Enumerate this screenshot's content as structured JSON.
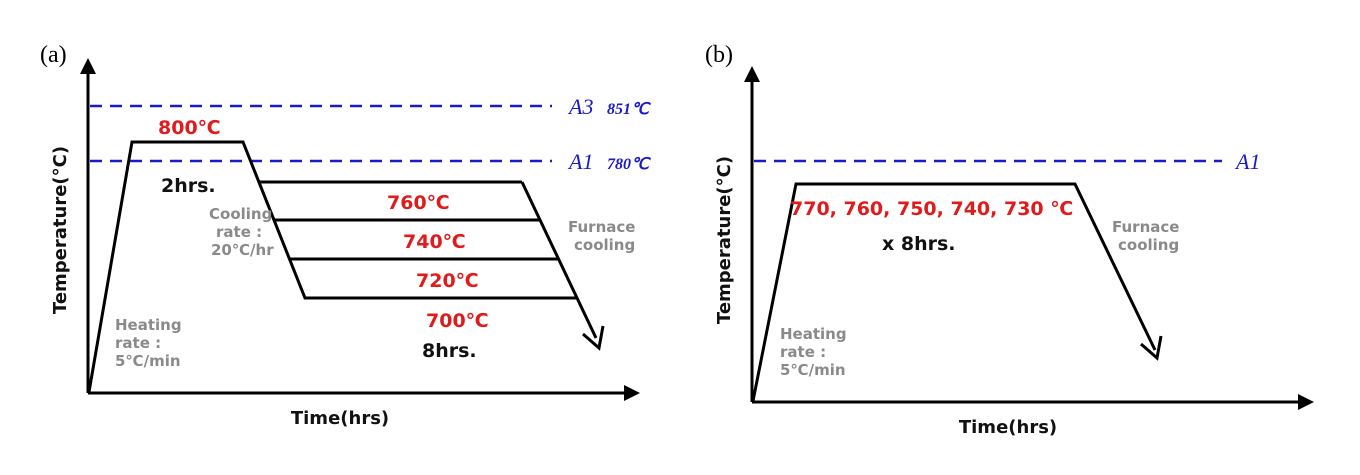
{
  "panel_a": {
    "label": "(a)",
    "y_axis_title": "Temperature(°C)",
    "x_axis_title": "Time(hrs)",
    "a3_label": "A3",
    "a3_temp": "851℃",
    "a1_label": "A1",
    "a1_temp": "780℃",
    "peak_temp": "800℃",
    "hold_time": "2hrs.",
    "cooling_rate": [
      "Cooling",
      "rate :",
      "20℃/hr"
    ],
    "step_temps": [
      "760℃",
      "740℃",
      "720℃",
      "700℃"
    ],
    "step_time": "8hrs.",
    "furnace": [
      "Furnace",
      "cooling"
    ],
    "heating": [
      "Heating",
      "rate :",
      "5℃/min"
    ]
  },
  "panel_b": {
    "label": "(b)",
    "y_axis_title": "Temperature(°C)",
    "x_axis_title": "Time(hrs)",
    "a1_label": "A1",
    "temps": "770, 760, 750, 740, 730 ℃",
    "hold_time": "x 8hrs.",
    "furnace": [
      "Furnace",
      "cooling"
    ],
    "heating": [
      "Heating",
      "rate :",
      "5℃/min"
    ]
  },
  "colors": {
    "critical_line": "#1a1ac8",
    "temperature_text": "#e01b1b",
    "note_text": "#8a8a8a"
  }
}
